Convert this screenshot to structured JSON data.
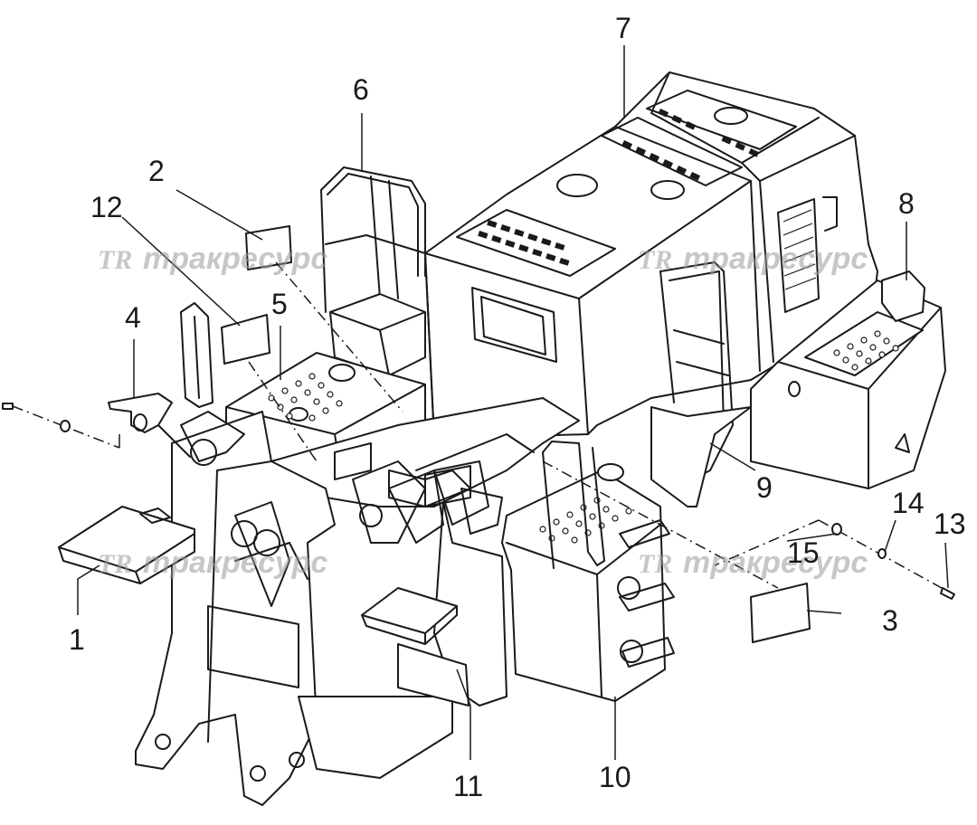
{
  "watermark": {
    "logo": "TR",
    "text": "тракресурс"
  },
  "callouts": [
    "1",
    "2",
    "3",
    "4",
    "5",
    "6",
    "7",
    "8",
    "9",
    "10",
    "11",
    "12",
    "13",
    "14",
    "15"
  ],
  "colors": {
    "line": "#1a1a1a",
    "background": "#ffffff",
    "watermark": "#9a9a9a"
  }
}
